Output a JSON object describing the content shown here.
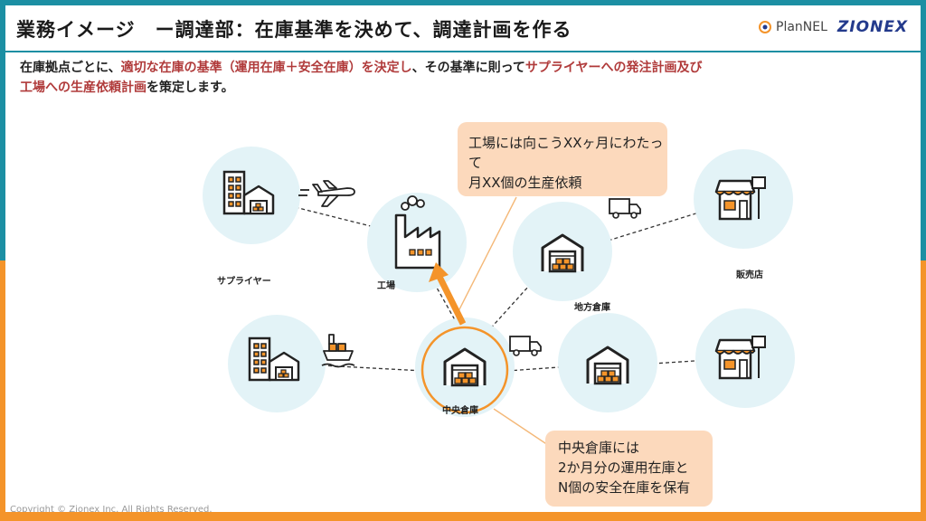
{
  "title": "業務イメージ　ー調達部：在庫基準を決めて、調達計画を作る",
  "logos": {
    "plannel": "PlanNEL",
    "zionex": "ZIONEX"
  },
  "description": {
    "p1": "在庫拠点ごとに、",
    "h1": "適切な在庫の基準（運用在庫＋安全在庫）を決定し",
    "p2": "、その基準に則って",
    "h2": "サプライヤーへの発注計画及び",
    "h3": "工場への生産依頼計画",
    "p3": "を策定します。"
  },
  "labels": {
    "supplier": "サプライヤー",
    "factory": "工場",
    "regional_warehouse": "地方倉庫",
    "store": "販売店",
    "central_warehouse": "中央倉庫"
  },
  "callouts": {
    "factory": [
      "工場には向こうXXヶ月にわたって",
      "月XX個の生産依頼"
    ],
    "central": [
      "中央倉庫には",
      "2か月分の運用在庫と",
      "N個の安全在庫を保有"
    ]
  },
  "copyright": "Copyright © Zionex Inc. All Rights Reserved.",
  "colors": {
    "accent": "#f4942a",
    "teal": "#1c8fa3",
    "circle": "#e3f3f7",
    "highlight": "#b03a3a",
    "callout": "#fcd9bc"
  }
}
